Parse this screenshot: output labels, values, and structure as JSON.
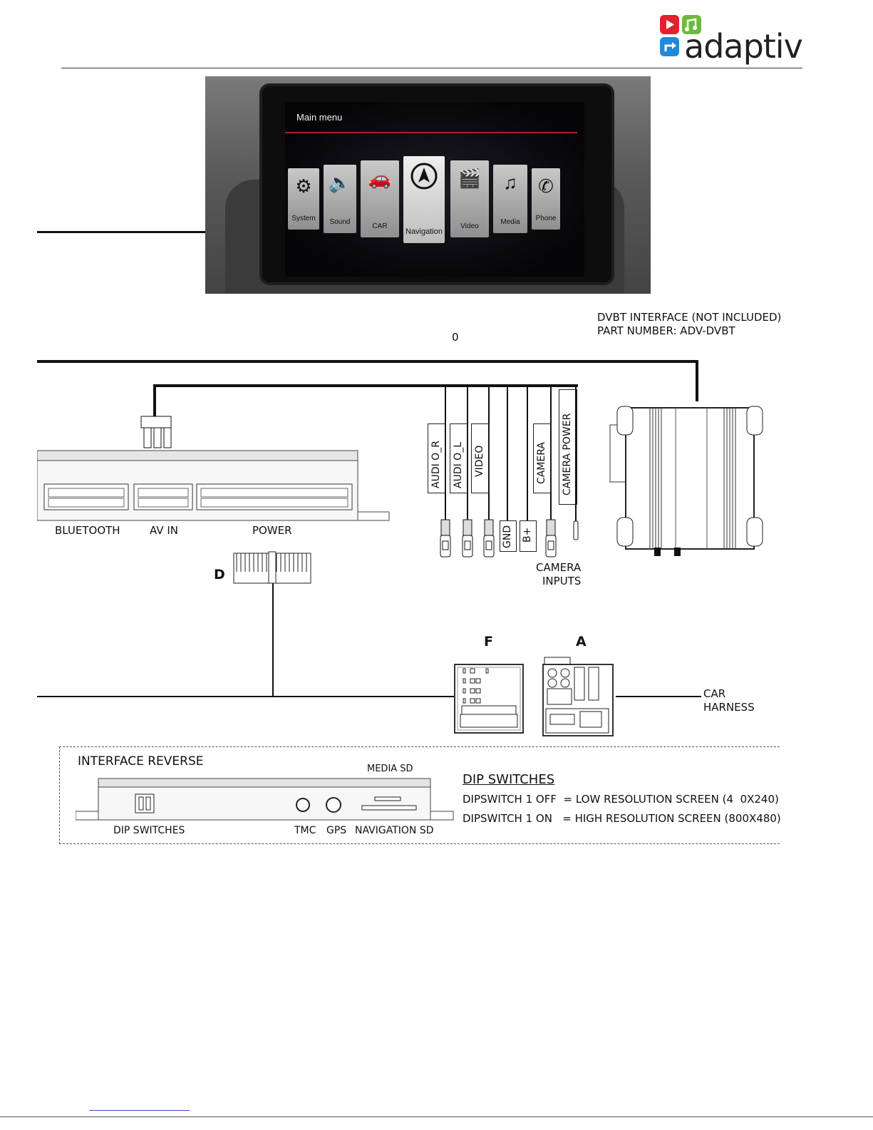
{
  "header": {
    "logo_text": "adaptiv",
    "logo_colors": {
      "play": "#e4202a",
      "note": "#6cbb3c",
      "arrow": "#1f8ad9"
    }
  },
  "screen": {
    "menu_title": "Main menu",
    "tiles": [
      {
        "label": "System",
        "icon": "gear-icon"
      },
      {
        "label": "Sound",
        "icon": "speaker-icon"
      },
      {
        "label": "CAR",
        "icon": "car-icon"
      },
      {
        "label": "Navigation",
        "icon": "navigation-arrow-icon"
      },
      {
        "label": "Video",
        "icon": "clapperboard-icon"
      },
      {
        "label": "Media",
        "icon": "music-note-icon"
      },
      {
        "label": "Phone",
        "icon": "phone-icon"
      }
    ]
  },
  "dvbt": {
    "line1": "DVBT INTERFACE (NOT INCLUDED)",
    "line2": "PART NUMBER: ADV-DVBT"
  },
  "stray_zero": "0",
  "main_unit": {
    "ports": [
      "BLUETOOTH",
      "AV IN",
      "POWER"
    ]
  },
  "cable_labels": [
    "AUDI O_R",
    "AUDI O_L",
    "VIDEO",
    "GND",
    "B+",
    "CAMERA",
    "CAMERA POWER"
  ],
  "camera_inputs": {
    "line1": "CAMERA",
    "line2": "INPUTS"
  },
  "connectors": {
    "d": "D",
    "f": "F",
    "a": "A"
  },
  "car_harness": {
    "line1": "CAR",
    "line2": "HARNESS"
  },
  "interface_reverse": {
    "title": "INTERFACE REVERSE",
    "media_sd": "MEDIA SD",
    "dip_switches": "DIP SWITCHES",
    "tmc": "TMC",
    "gps": "GPS",
    "navigation_sd": "NAVIGATION SD"
  },
  "dip_info": {
    "heading": "DIP SWITCHES",
    "line1": "DIPSWITCH 1 OFF  = LOW RESOLUTION SCREEN (4  0X240)",
    "line2": "DIPSWITCH 1 ON   = HIGH RESOLUTION SCREEN (800X480)"
  }
}
